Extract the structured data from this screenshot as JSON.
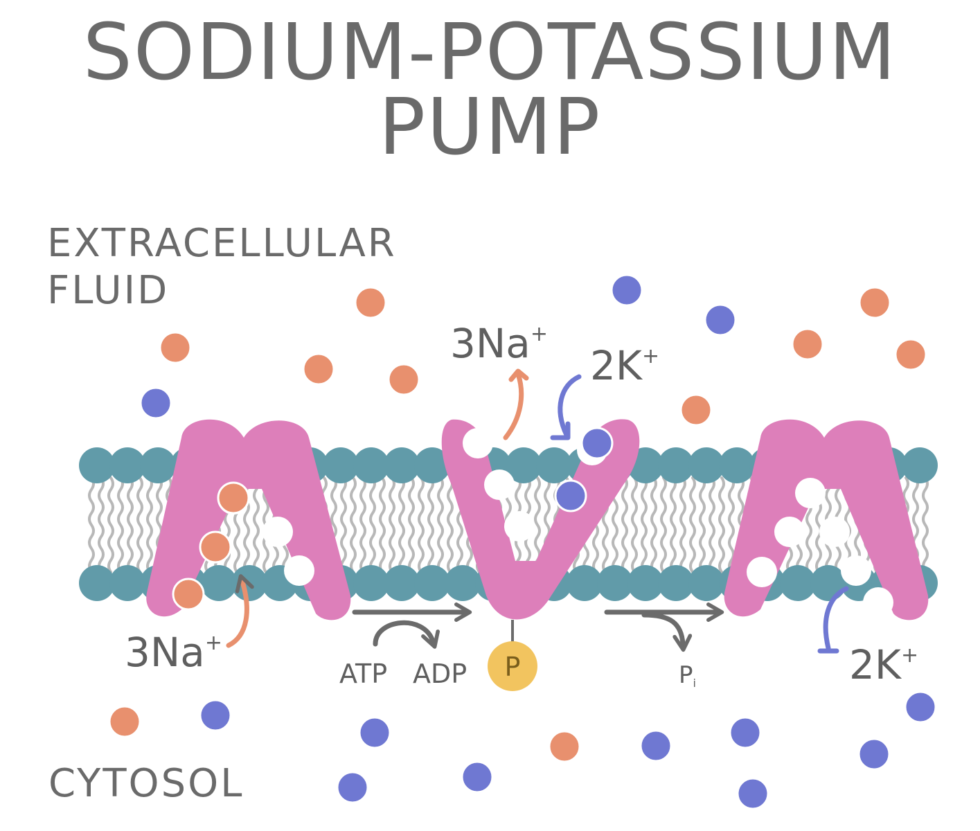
{
  "title": {
    "line1": "SODIUM-POTASSIUM",
    "line2": "PUMP"
  },
  "regions": {
    "extracellular_line1": "EXTRACELLULAR",
    "extracellular_line2": "FLUID",
    "cytosol": "CYTOSOL"
  },
  "labels": {
    "na_top": "3Na",
    "na_top_charge": "+",
    "k_top": "2K",
    "k_top_charge": "+",
    "na_bottom": "3Na",
    "na_bottom_charge": "+",
    "k_bottom": "2K",
    "k_bottom_charge": "+",
    "atp": "ATP",
    "adp": "ADP",
    "phosphate": "P",
    "pi": "P",
    "pi_sub": "i"
  },
  "colors": {
    "sodium": "#e8906e",
    "potassium": "#6f78d2",
    "pump": "#dd7fba",
    "membrane_head": "#619ba9",
    "lipid_tail": "#b8b8b8",
    "phosphate": "#f2c45f",
    "arrow": "#6b6b6b",
    "text": "#626262"
  }
}
